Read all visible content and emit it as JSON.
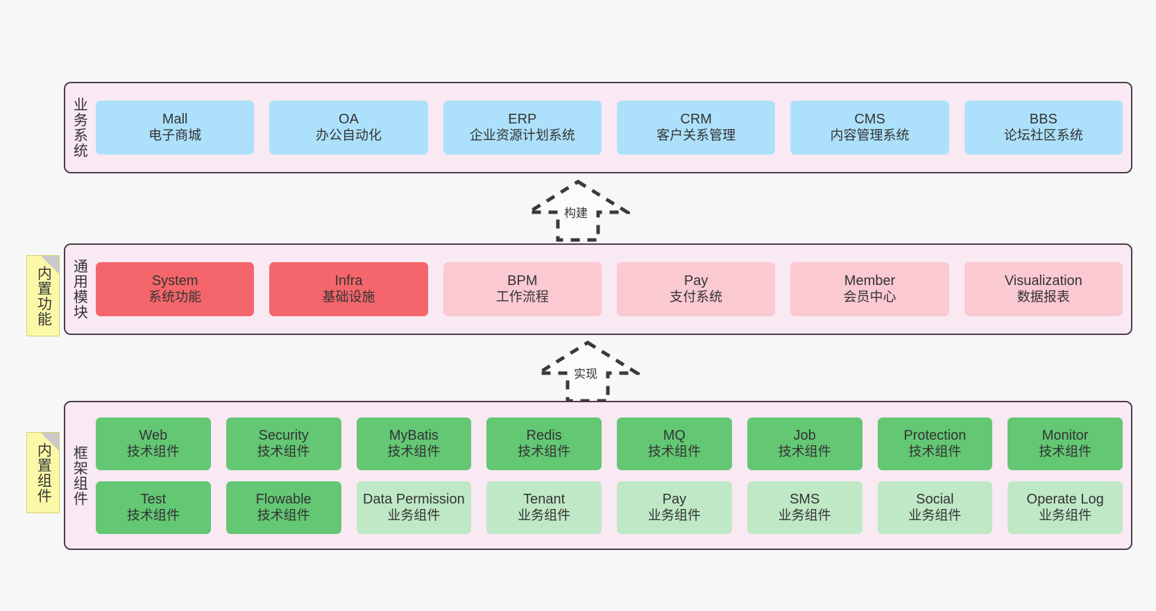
{
  "diagram": {
    "background_color": "#f7f7f7",
    "layer_fill": "#f9e9f3",
    "layer_border": "#4a3a46",
    "note_fill": "#fbf8a8",
    "colors": {
      "blue": "#ade1fb",
      "red": "#f4666b",
      "pink": "#fbc9d1",
      "green": "#63c774",
      "lightgreen": "#bfe8c6"
    }
  },
  "layers": [
    {
      "id": "business-system",
      "title": "业务系统",
      "note": null,
      "rows": [
        {
          "nodes": [
            {
              "name": "Mall",
              "desc": "电子商城",
              "color": "blue"
            },
            {
              "name": "OA",
              "desc": "办公自动化",
              "color": "blue"
            },
            {
              "name": "ERP",
              "desc": "企业资源计划系统",
              "color": "blue"
            },
            {
              "name": "CRM",
              "desc": "客户关系管理",
              "color": "blue"
            },
            {
              "name": "CMS",
              "desc": "内容管理系统",
              "color": "blue"
            },
            {
              "name": "BBS",
              "desc": "论坛社区系统",
              "color": "blue"
            }
          ]
        }
      ]
    },
    {
      "id": "common-module",
      "title": "通用模块",
      "note": "内置功能",
      "rows": [
        {
          "nodes": [
            {
              "name": "System",
              "desc": "系统功能",
              "color": "red"
            },
            {
              "name": "Infra",
              "desc": "基础设施",
              "color": "red"
            },
            {
              "name": "BPM",
              "desc": "工作流程",
              "color": "pink"
            },
            {
              "name": "Pay",
              "desc": "支付系统",
              "color": "pink"
            },
            {
              "name": "Member",
              "desc": "会员中心",
              "color": "pink"
            },
            {
              "name": "Visualization",
              "desc": "数据报表",
              "color": "pink"
            }
          ]
        }
      ]
    },
    {
      "id": "framework-component",
      "title": "框架组件",
      "note": "内置组件",
      "rows": [
        {
          "nodes": [
            {
              "name": "Web",
              "desc": "技术组件",
              "color": "green"
            },
            {
              "name": "Security",
              "desc": "技术组件",
              "color": "green"
            },
            {
              "name": "MyBatis",
              "desc": "技术组件",
              "color": "green"
            },
            {
              "name": "Redis",
              "desc": "技术组件",
              "color": "green"
            },
            {
              "name": "MQ",
              "desc": "技术组件",
              "color": "green"
            },
            {
              "name": "Job",
              "desc": "技术组件",
              "color": "green"
            },
            {
              "name": "Protection",
              "desc": "技术组件",
              "color": "green"
            },
            {
              "name": "Monitor",
              "desc": "技术组件",
              "color": "green"
            }
          ]
        },
        {
          "nodes": [
            {
              "name": "Test",
              "desc": "技术组件",
              "color": "green"
            },
            {
              "name": "Flowable",
              "desc": "技术组件",
              "color": "green"
            },
            {
              "name": "Data Permission",
              "desc": "业务组件",
              "color": "lightgreen"
            },
            {
              "name": "Tenant",
              "desc": "业务组件",
              "color": "lightgreen"
            },
            {
              "name": "Pay",
              "desc": "业务组件",
              "color": "lightgreen"
            },
            {
              "name": "SMS",
              "desc": "业务组件",
              "color": "lightgreen"
            },
            {
              "name": "Social",
              "desc": "业务组件",
              "color": "lightgreen"
            },
            {
              "name": "Operate Log",
              "desc": "业务组件",
              "color": "lightgreen"
            }
          ]
        }
      ]
    }
  ],
  "arrows": [
    {
      "id": "arrow-build",
      "label": "构建",
      "style": "dashed-hollow-triangle"
    },
    {
      "id": "arrow-realize",
      "label": "实现",
      "style": "dashed-hollow-triangle"
    }
  ]
}
